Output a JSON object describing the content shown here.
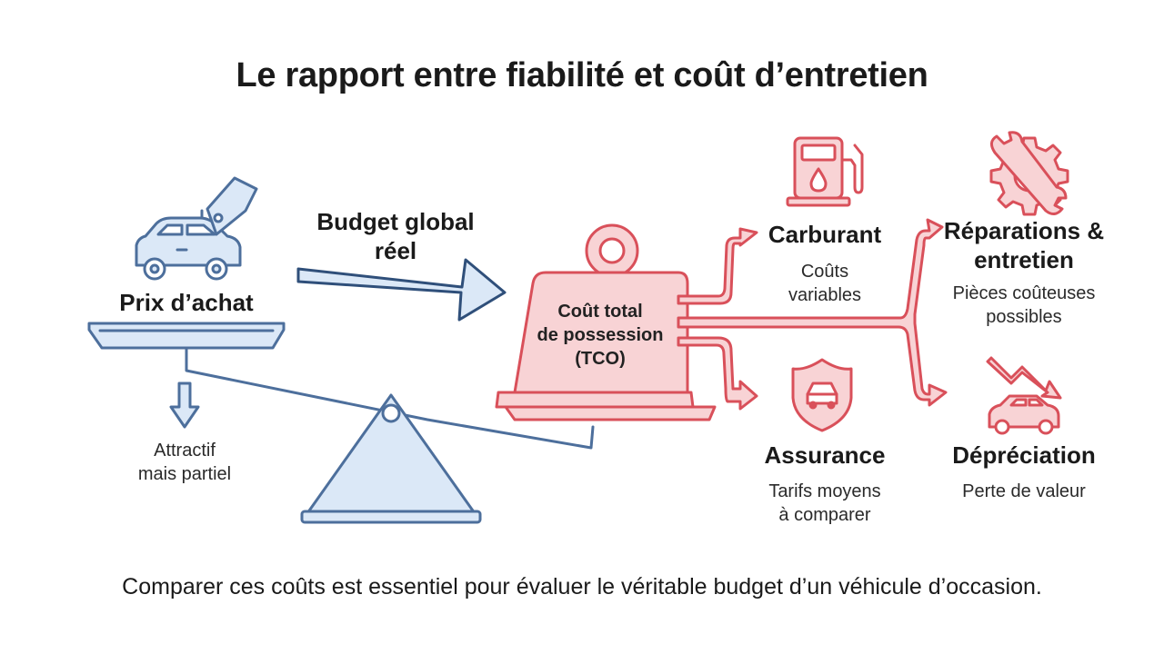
{
  "title": "Le rapport entre fiabilité et coût d’entretien",
  "purchase": {
    "label": "Prix d’achat",
    "note_line1": "Attractif",
    "note_line2": "mais partiel"
  },
  "budget": {
    "line1": "Budget global",
    "line2": "réel"
  },
  "tco": {
    "line1": "Coût total",
    "line2": "de possession",
    "line3": "(TCO)"
  },
  "costs": {
    "fuel": {
      "title": "Carburant",
      "desc_line1": "Coûts",
      "desc_line2": "variables",
      "icon": "fuel-pump-icon"
    },
    "repairs": {
      "title_line1": "Réparations &",
      "title_line2": "entretien",
      "desc_line1": "Pièces coûteuses",
      "desc_line2": "possibles",
      "icon": "wrench-gear-icon"
    },
    "insurance": {
      "title": "Assurance",
      "desc_line1": "Tarifs moyens",
      "desc_line2": "à comparer",
      "icon": "shield-car-icon"
    },
    "depreciation": {
      "title": "Dépréciation",
      "desc_line1": "Perte de valeur",
      "icon": "car-falling-arrow-icon"
    }
  },
  "footer": "Comparer ces coûts est essentiel pour évaluer le véritable budget d’un véhicule d’occasion.",
  "colors": {
    "blue": "#4d6f9c",
    "blue_fill": "#dbe8f7",
    "red": "#d9505a",
    "red_fill": "#f8d3d5"
  }
}
